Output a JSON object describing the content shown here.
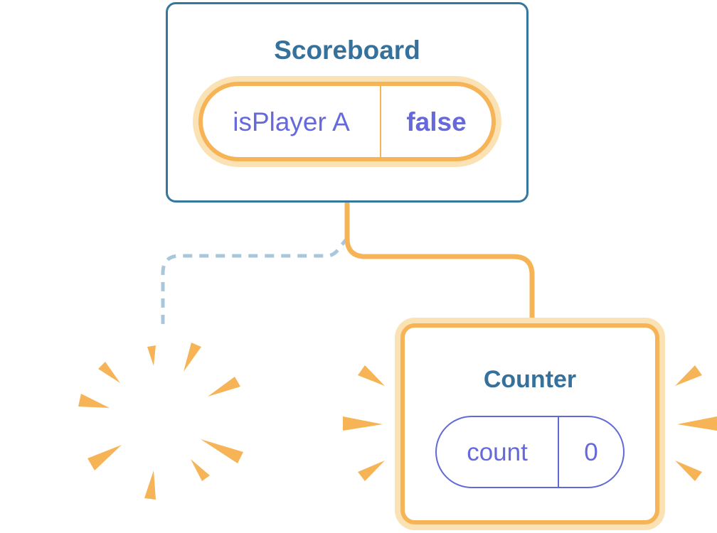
{
  "diagram": {
    "scoreboard": {
      "title": "Scoreboard",
      "state": {
        "name": "isPlayer A",
        "value": "false"
      }
    },
    "counter": {
      "title": "Counter",
      "state": {
        "name": "count",
        "value": "0"
      }
    },
    "icons": {
      "sparkles": "sparkle-icon",
      "poof": "poof-burst-icon",
      "emphasis": "emphasis-burst-icon"
    }
  },
  "colors": {
    "background": "#FFFFFF",
    "card-border-blue": "#35779F",
    "title-blue": "#35719A",
    "orange": "#F6B456",
    "orange-glow": "#FBE2B4",
    "purple-text": "#6569DC",
    "purple-border": "#6169D8",
    "dash-blue": "#A9C7DB"
  }
}
